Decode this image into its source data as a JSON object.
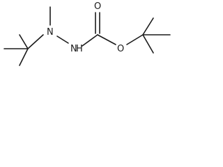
{
  "molecule": {
    "atoms": {
      "n1": "N",
      "n2": "N",
      "nh": "H",
      "o_carbonyl": "O",
      "o_ester": "O"
    },
    "colors": {
      "bond": "#1a1a1a",
      "text": "#1a1a1a",
      "background": "#ffffff"
    }
  }
}
